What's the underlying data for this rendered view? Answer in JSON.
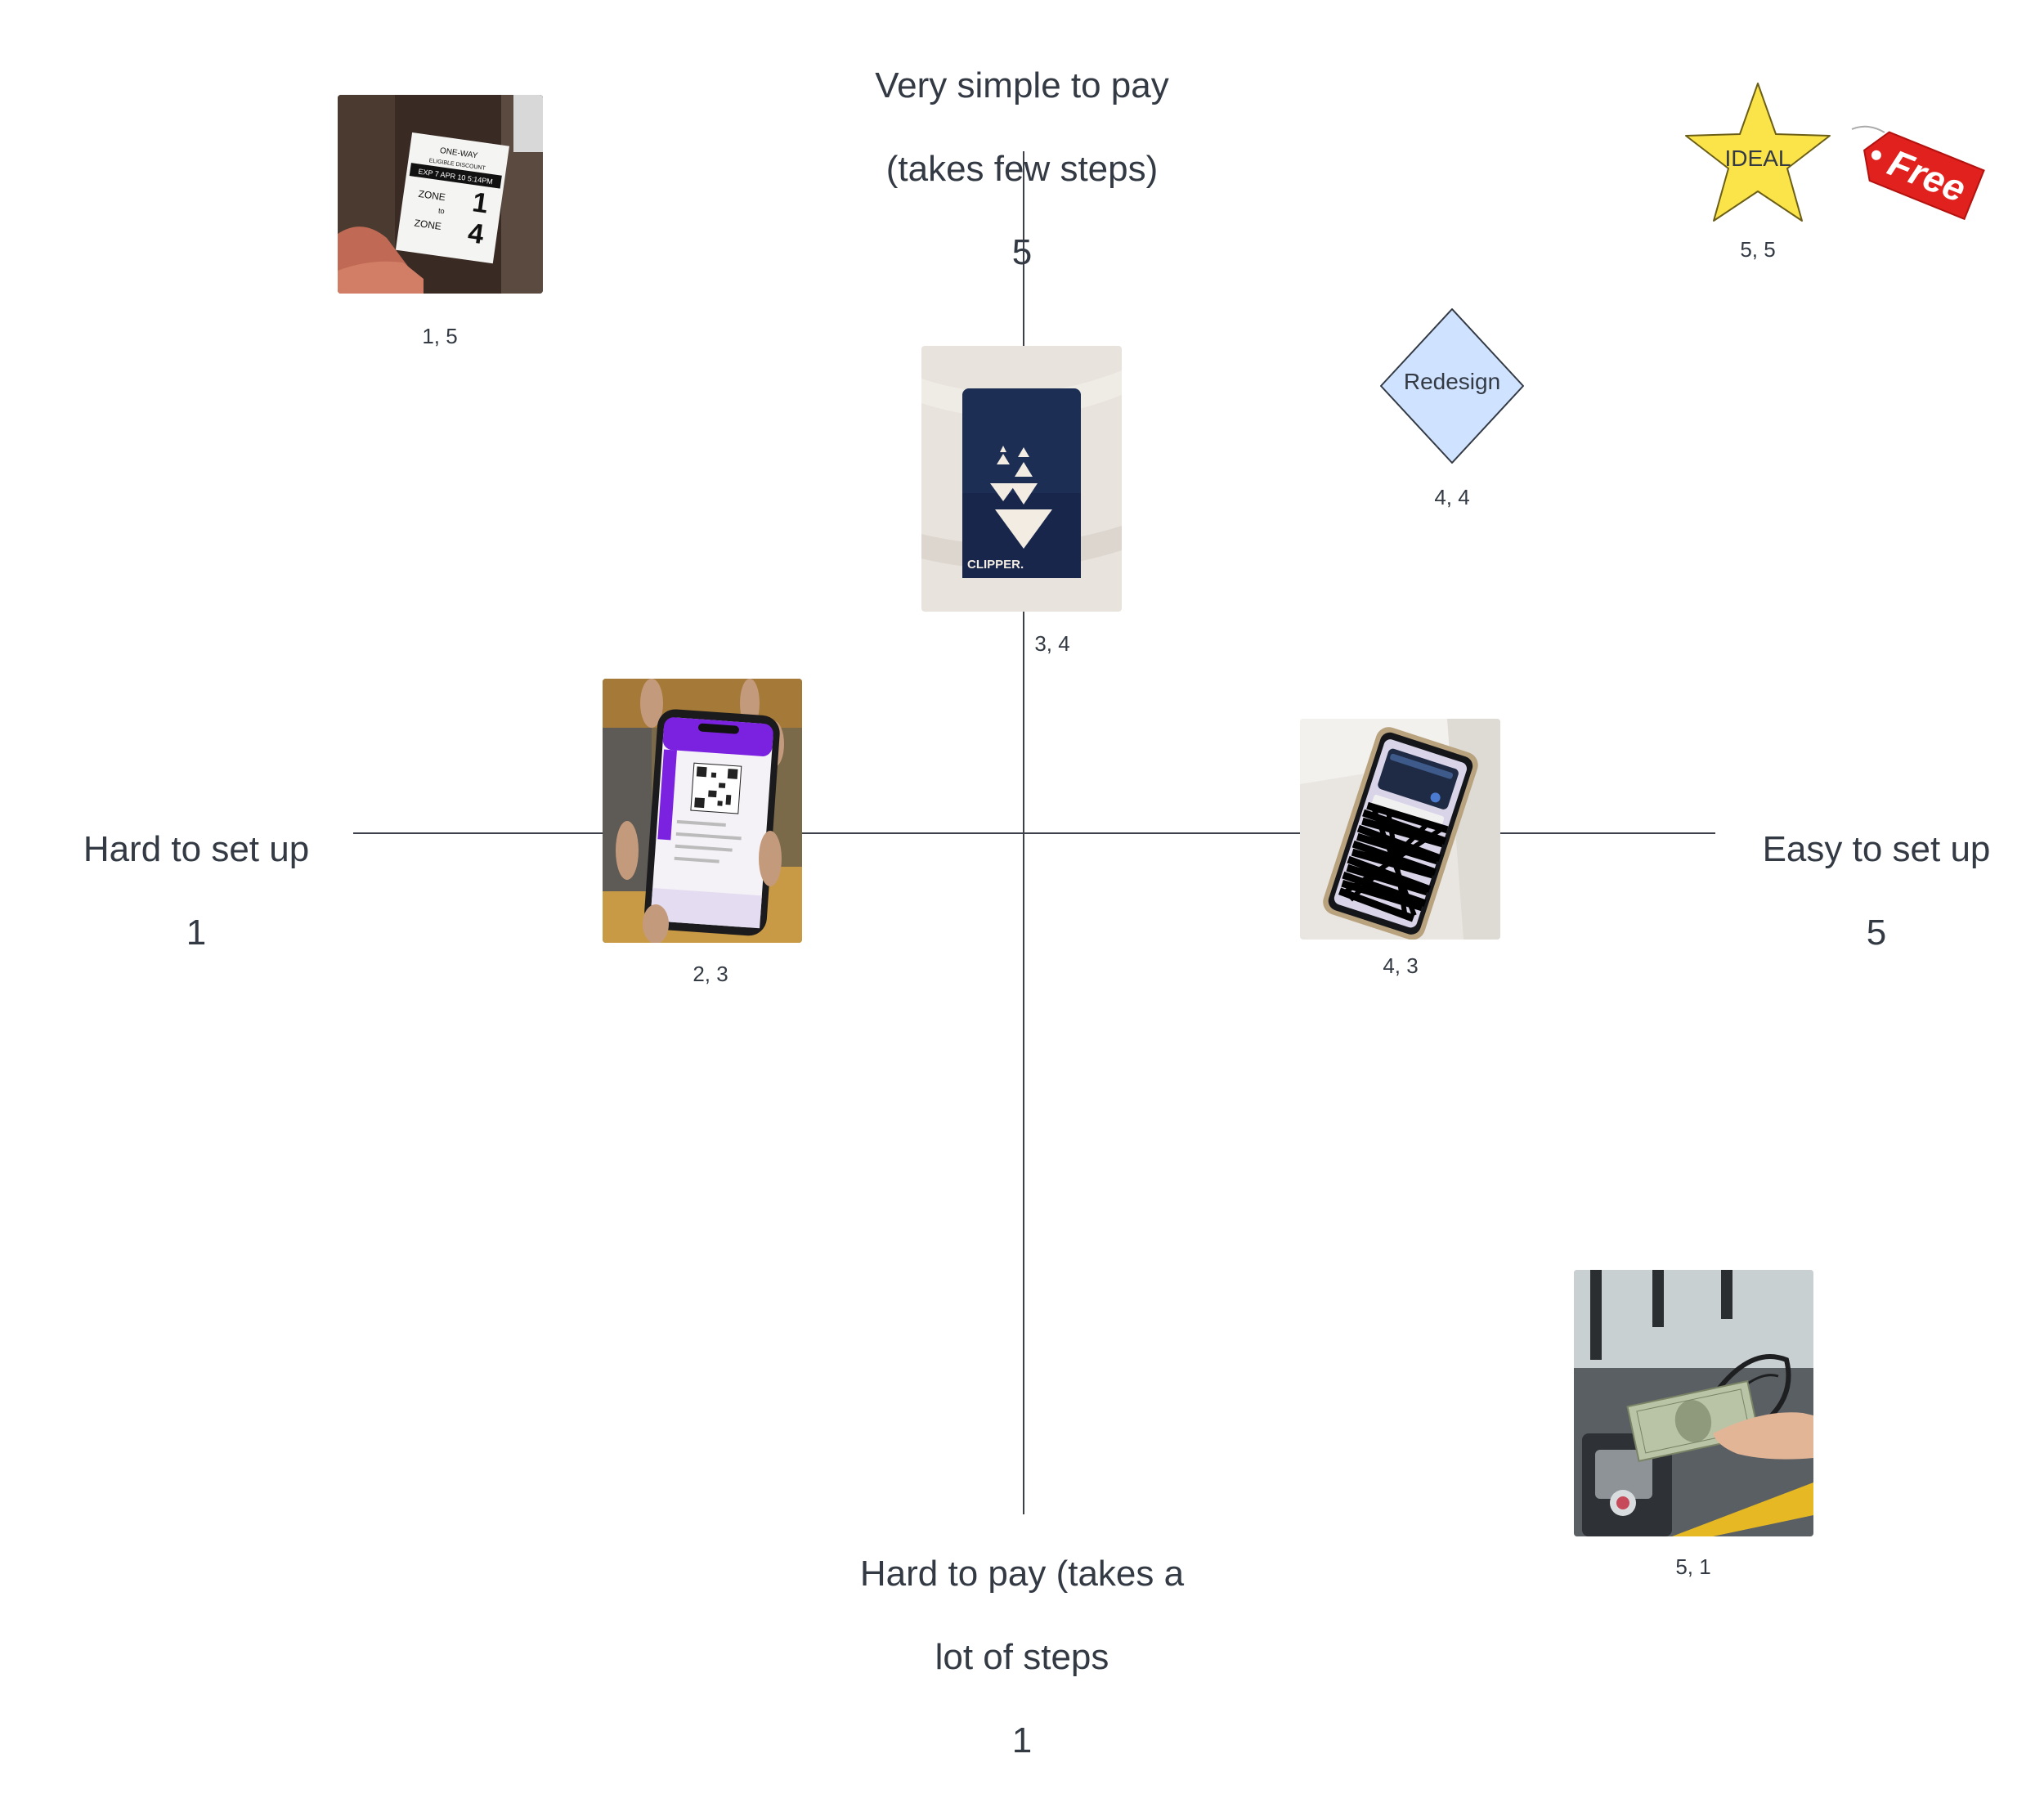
{
  "axes": {
    "top": {
      "line1": "Very simple to pay",
      "line2": "(takes few steps)",
      "value": "5"
    },
    "bottom": {
      "line1": "Hard to pay (takes a",
      "line2": "lot of steps",
      "value": "1"
    },
    "left": {
      "line1": "Hard to set up",
      "value": "1"
    },
    "right": {
      "line1": "Easy to set up",
      "value": "5"
    }
  },
  "items": [
    {
      "id": "paper-ticket",
      "coords": "1, 5",
      "photo_text": {
        "title": "ONE-WAY",
        "subtitle": "ELIGIBLE DISCOUNT",
        "expiry": "EXP 7 APR 10 5:14PM",
        "zone_label": "ZONE",
        "zone_from": "1",
        "to": "to",
        "zone_to": "4"
      }
    },
    {
      "id": "clipper-card",
      "coords": "3, 4",
      "photo_text": {
        "brand": "CLIPPER."
      }
    },
    {
      "id": "redesign",
      "coords": "4, 4",
      "label": "Redesign"
    },
    {
      "id": "ideal",
      "coords": "5, 5",
      "label": "IDEAL",
      "tag": "Free"
    },
    {
      "id": "mobile-app",
      "coords": "2, 3"
    },
    {
      "id": "phone-wallet",
      "coords": "4, 3"
    },
    {
      "id": "cash",
      "coords": "5, 1"
    }
  ],
  "colors": {
    "axis": "#3c4048",
    "diamond_fill": "#cfe2ff",
    "star_fill": "#fbe34a",
    "tag_fill": "#e0211d",
    "clipper_card": "#1d2e55"
  }
}
